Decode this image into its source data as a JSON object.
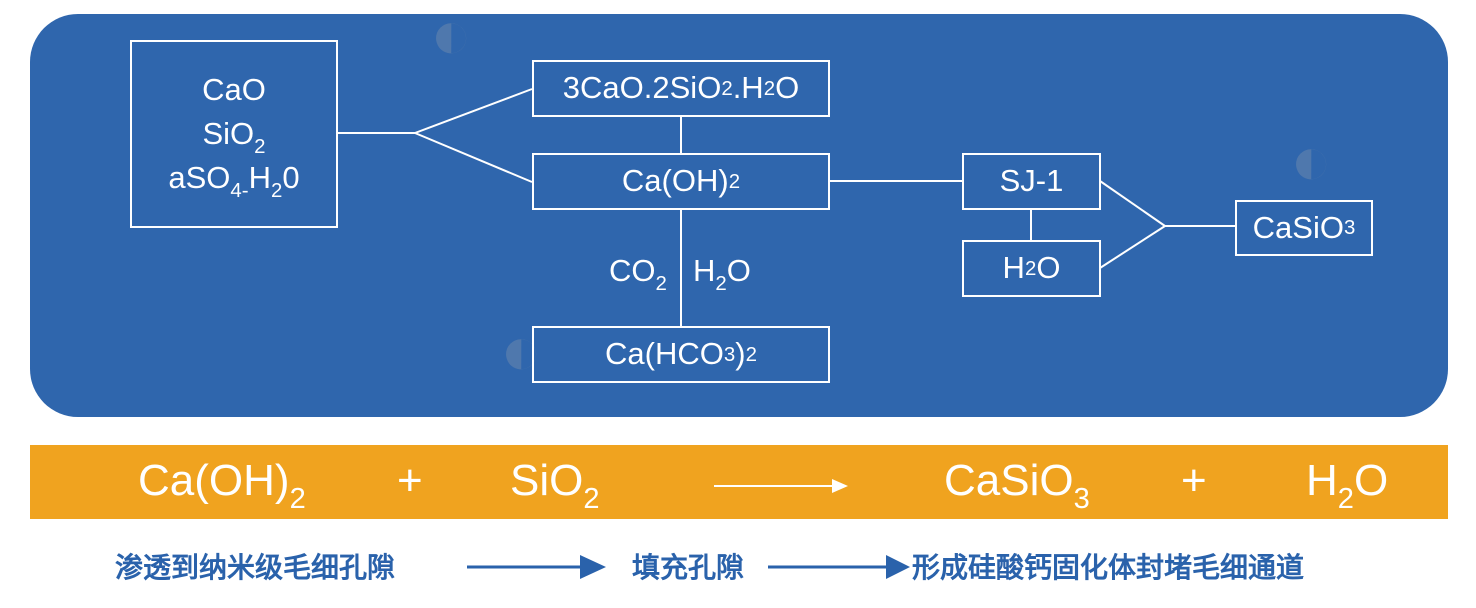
{
  "raw_materials": {
    "line1": "CaO",
    "line2_main": "SiO",
    "line2_sub": "2",
    "line3_a": "aSO",
    "line3_sub1": "4-",
    "line3_b": "H",
    "line3_sub2": "2",
    "line3_c": "0"
  },
  "silicate_hydrate": {
    "p1": "3CaO.2SiO",
    "s1": "2",
    "p2": ".H",
    "s2": "2",
    "p3": "O"
  },
  "calcium_hydroxide": {
    "main": "Ca(OH)",
    "sub": "2"
  },
  "reactants_label": {
    "co_main": "CO",
    "co_sub": "2",
    "h_main": "H",
    "h_sub": "2",
    "o": "O"
  },
  "calcium_bicarbonate": {
    "p1": "Ca(HCO",
    "s1": "3",
    "p2": ")",
    "s2": "2"
  },
  "agent": {
    "label": "SJ-1"
  },
  "water": {
    "main": "H",
    "sub": "2",
    "o": "O"
  },
  "product": {
    "main": "CaSiO",
    "sub": "3"
  },
  "equation": {
    "reactant1_main": "Ca(OH)",
    "reactant1_sub": "2",
    "plus1": "+",
    "reactant2_main": "SiO",
    "reactant2_sub": "2",
    "product1_main": "CaSiO",
    "product1_sub": "3",
    "plus2": "+",
    "product2_main": "H",
    "product2_sub": "2",
    "product2_o": "O"
  },
  "process_steps": [
    "渗透到纳米级毛细孔隙",
    "填充孔隙",
    "形成硅酸钙固化体封堵毛细通道"
  ],
  "colors": {
    "panel": "#2f66ad",
    "band": "#f0a31f",
    "step_text": "#2a62ab",
    "line": "#ffffff"
  }
}
